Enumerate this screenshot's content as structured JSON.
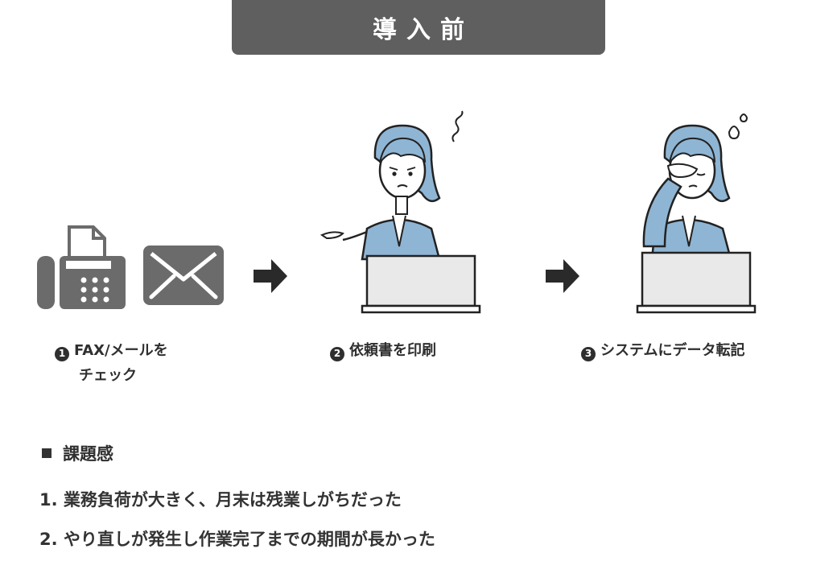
{
  "header": {
    "title": "導入前"
  },
  "steps": [
    {
      "number": "1",
      "caption_line1": "FAX/メールを",
      "caption_line2": "チェック"
    },
    {
      "number": "2",
      "caption_line1": "依頼書を印刷"
    },
    {
      "number": "3",
      "caption_line1": "システムにデータ転記"
    }
  ],
  "issues": {
    "title": "課題感",
    "items": [
      "1. 業務負荷が大きく、月末は残業しがちだった",
      "2. やり直しが発生し作業完了までの期間が長かった"
    ]
  },
  "colors": {
    "header_bg": "#5f5f5f",
    "icon_gray": "#6b6b6b",
    "figure_blue": "#8fb5d4",
    "arrow": "#2a2a2a"
  },
  "icons": [
    "fax-icon",
    "envelope-icon",
    "arrow-right-icon",
    "woman-confused-illustration",
    "woman-headache-illustration",
    "laptop-icon"
  ]
}
